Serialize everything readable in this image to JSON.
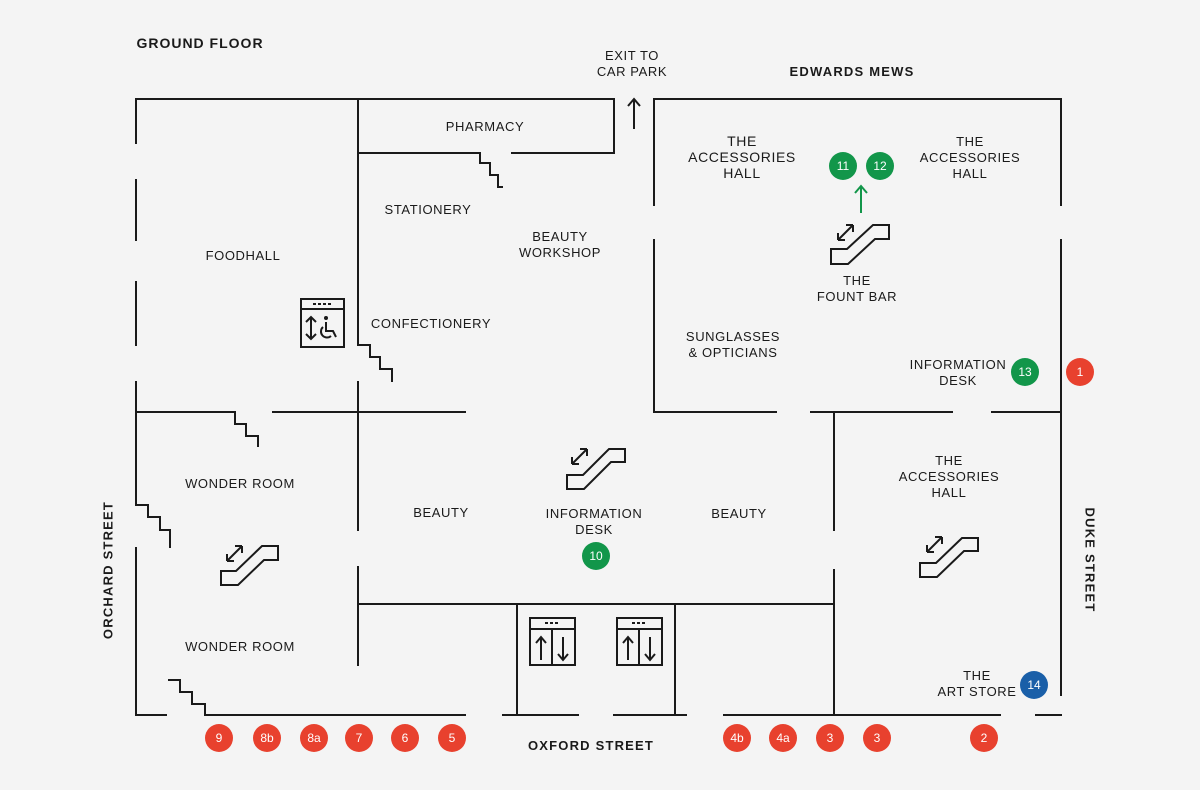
{
  "floor_title": "GROUND FLOOR",
  "streets": {
    "north": "EDWARDS MEWS",
    "south": "OXFORD STREET",
    "west": "ORCHARD STREET",
    "east": "DUKE STREET"
  },
  "exit_label": "EXIT TO\nCAR PARK",
  "departments": {
    "pharmacy": "PHARMACY",
    "stationery": "STATIONERY",
    "beauty_workshop": "BEAUTY\nWORKSHOP",
    "foodhall": "FOODHALL",
    "confectionery": "CONFECTIONERY",
    "accessories_hall_1": "THE\nACCESSORIES\nHALL",
    "accessories_hall_2": "THE\nACCESSORIES\nHALL",
    "accessories_hall_3": "THE\nACCESSORIES\nHALL",
    "fount_bar": "THE\nFOUNT BAR",
    "sunglasses": "SUNGLASSES\n& OPTICIANS",
    "info_desk_east": "INFORMATION\nDESK",
    "info_desk_central": "INFORMATION\nDESK",
    "wonder_room_1": "WONDER ROOM",
    "wonder_room_2": "WONDER ROOM",
    "beauty_1": "BEAUTY",
    "beauty_2": "BEAUTY",
    "art_store": "THE\nART STORE"
  },
  "colors": {
    "entrance": "#e8412e",
    "service": "#12964a",
    "art": "#1a5fa8",
    "wall": "#1a1a1a",
    "background": "#f4f4f4"
  },
  "markers": {
    "m9": "9",
    "m8b": "8b",
    "m8a": "8a",
    "m7": "7",
    "m6": "6",
    "m5": "5",
    "m4b": "4b",
    "m4a": "4a",
    "m3a": "3",
    "m3b": "3",
    "m2": "2",
    "m1": "1",
    "m10": "10",
    "m11": "11",
    "m12": "12",
    "m13": "13",
    "m14": "14"
  }
}
